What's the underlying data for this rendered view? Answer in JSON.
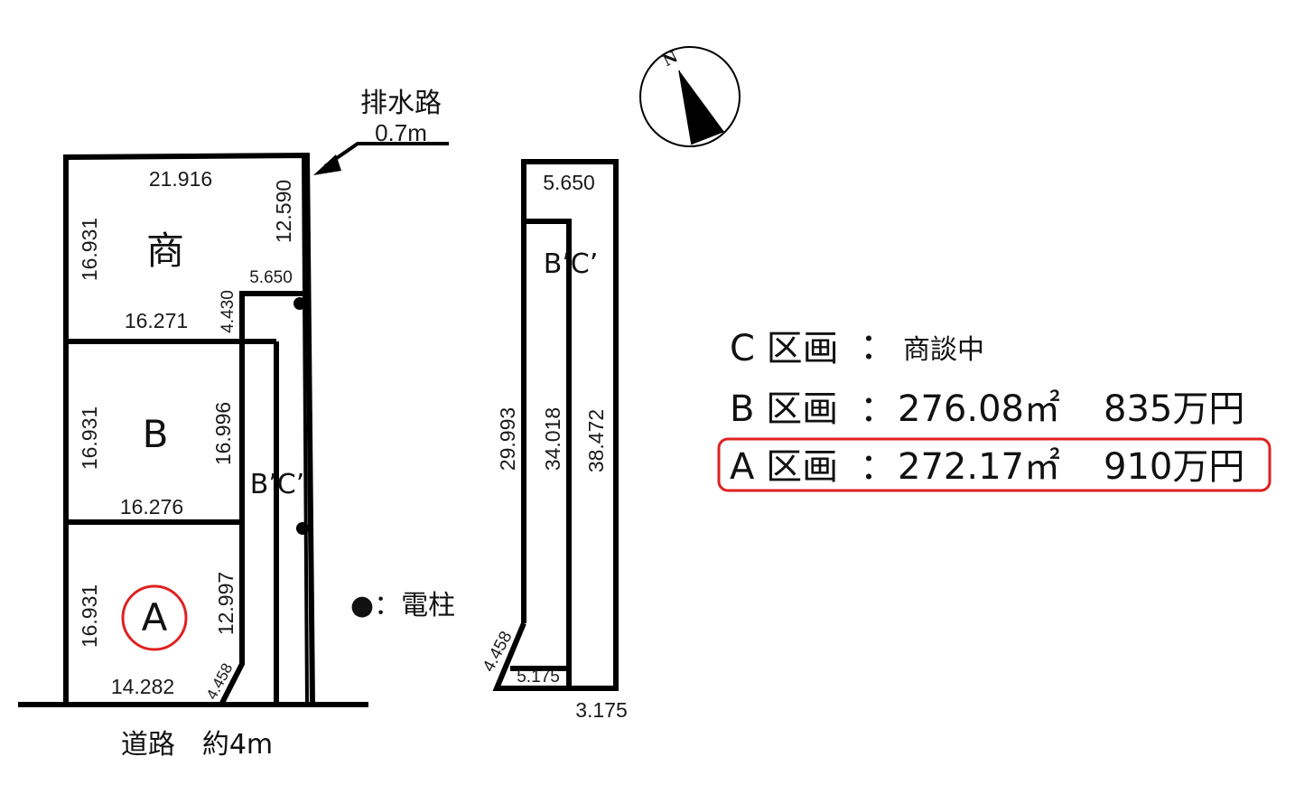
{
  "plan": {
    "drain_label": "排水路",
    "drain_width": "0.7m",
    "road_label": "道路　約4m",
    "pole_legend": "●：電柱",
    "north_label": "N",
    "lots": {
      "shop": "商",
      "b": "B",
      "a": "A",
      "bc_left": "B’C’",
      "bc_right": "B’C’"
    },
    "dimensions": {
      "shop_top": "21.916",
      "shop_right": "12.590",
      "shop_left": "16.931",
      "shop_bottom": "16.271",
      "strip_top": "5.650",
      "strip_jog": "4.430",
      "b_left": "16.931",
      "b_right": "16.996",
      "b_bottom": "16.276",
      "a_left": "16.931",
      "a_right": "12.997",
      "a_bottom": "14.282",
      "a_corner": "4.458",
      "detail_top": "5.650",
      "detail_left": "29.993",
      "detail_mid": "34.018",
      "detail_right": "38.472",
      "detail_corner": "4.458",
      "detail_base_inner": "5.175",
      "detail_base_outer": "3.175"
    }
  },
  "pricing": {
    "c": {
      "label": "C 区画",
      "colon": "：",
      "status": "商談中"
    },
    "b": {
      "label": "B 区画",
      "colon": "：",
      "area": "276.08㎡",
      "price": "835万円"
    },
    "a": {
      "label": "A 区画",
      "colon": "：",
      "area": "272.17㎡",
      "price": "910万円"
    },
    "highlight_color": "#e02020"
  }
}
